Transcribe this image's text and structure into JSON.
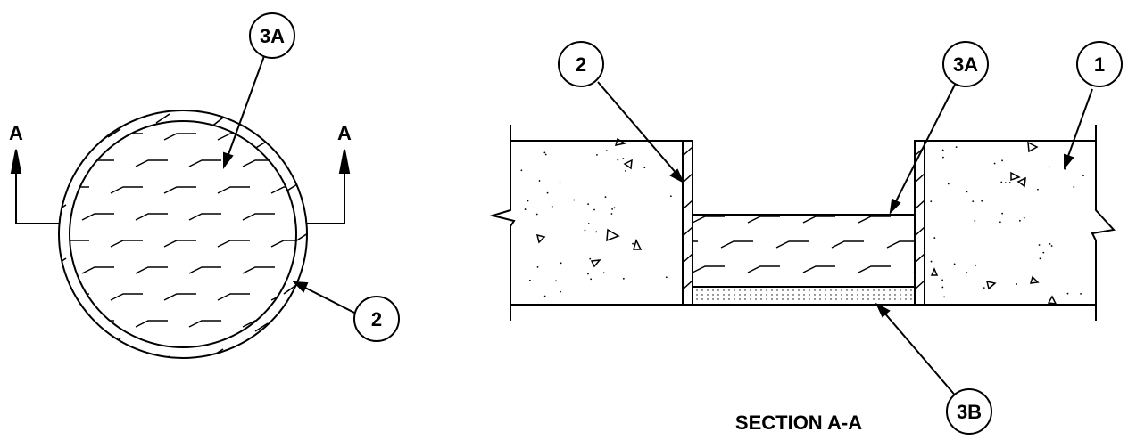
{
  "plan_view": {
    "callout_top": "3A",
    "callout_bottom": "2",
    "section_mark_left": "A",
    "section_mark_right": "A"
  },
  "section_view": {
    "callout_left": "2",
    "callout_mid": "3A",
    "callout_right": "1",
    "callout_bottom": "3B",
    "title": "SECTION A-A"
  }
}
